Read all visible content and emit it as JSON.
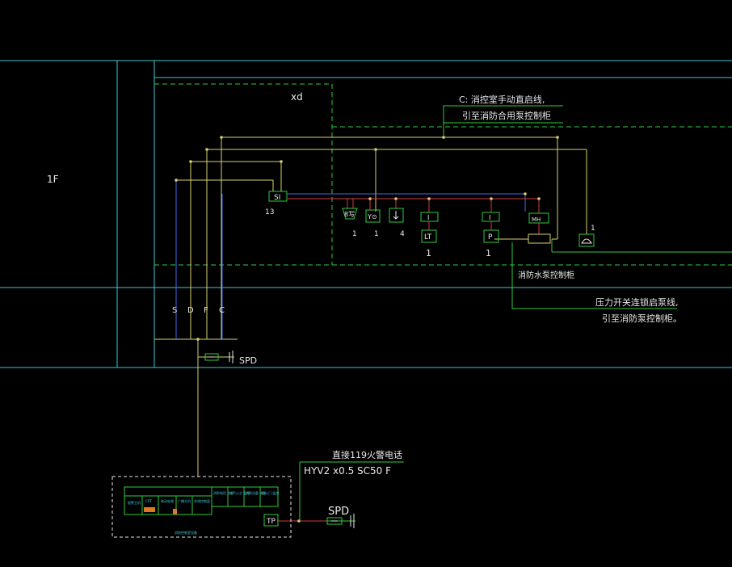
{
  "colors": {
    "background": "#000000",
    "cyan": "#3fc6d4",
    "green": "#2ecc40",
    "yellow": "#d8d070",
    "blue": "#3a6cf0",
    "red": "#d23a3a",
    "white": "#e8e8e8"
  },
  "labels": {
    "floor": "1F",
    "room": "xd",
    "note_c_1": "C: 消控室手动直启线,",
    "note_c_2": "引至消防合用泵控制柜",
    "si": "SI",
    "si_count": "13",
    "dev_smoke": "8写",
    "dev_smoke_count": "1",
    "dev_y": "Y⊙",
    "dev_y_count": "1",
    "dev_down_count": "4",
    "dev_i1": "I",
    "dev_lt": "LT",
    "dev_lt_count": "1",
    "dev_i2": "I",
    "dev_p": "P",
    "dev_p_count": "1",
    "dev_mh": "MH",
    "dev_phone_count": "1",
    "pump_cabinet": "消防水泵控制柜",
    "note_p_1": "压力开关连锁启泵线,",
    "note_p_2": "引至消防泵控制柜。",
    "bus_s": "S",
    "bus_d": "D",
    "bus_f": "F",
    "bus_c": "C",
    "spd_top": "SPD",
    "note_119": "直接119火警电话",
    "cable": "HYV2 x0.5  SC50  F",
    "spd_bottom": "SPD",
    "tp": "TP",
    "panel_row": [
      "报警主机",
      "CRT",
      "联动电源",
      "广播主机",
      "总线控制盘"
    ],
    "panel_side": [
      "消防电话\n主机",
      "电气火灾\n监控",
      "消防设备\n电源",
      "防火门\n监控"
    ],
    "panel_title": "消防控制室设备"
  }
}
